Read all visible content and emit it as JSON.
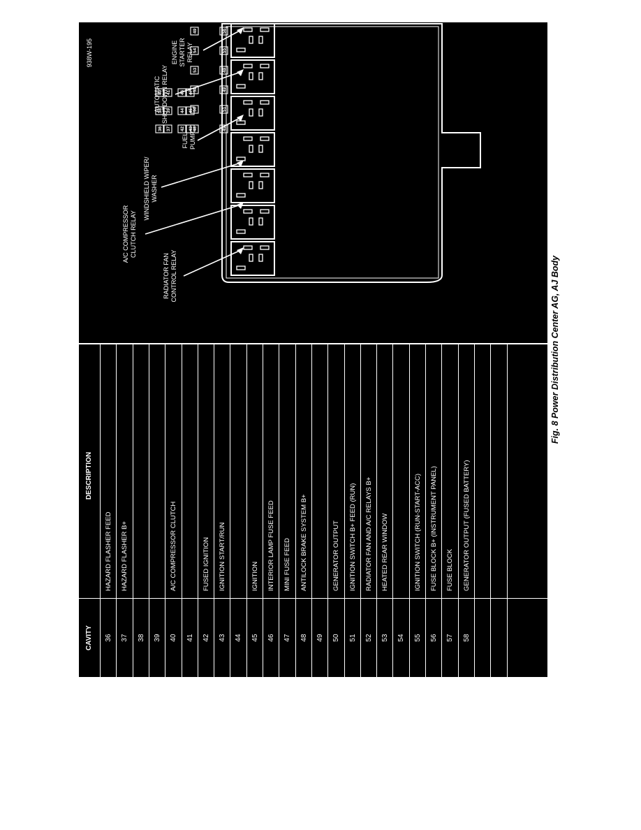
{
  "table": {
    "header_cavity": "CAVITY",
    "header_description": "DESCRIPTION",
    "rows": [
      {
        "cavity": "36",
        "description": "HAZARD FLASHER FEED"
      },
      {
        "cavity": "37",
        "description": "HAZARD FLASHER B+"
      },
      {
        "cavity": "38",
        "description": ""
      },
      {
        "cavity": "39",
        "description": ""
      },
      {
        "cavity": "40",
        "description": "A/C COMPRESSOR CLUTCH"
      },
      {
        "cavity": "41",
        "description": ""
      },
      {
        "cavity": "42",
        "description": "FUSED IGNITION"
      },
      {
        "cavity": "43",
        "description": "IGNITION START/RUN"
      },
      {
        "cavity": "44",
        "description": ""
      },
      {
        "cavity": "45",
        "description": "IGNITION"
      },
      {
        "cavity": "46",
        "description": "INTERIOR LAMP FUSE FEED"
      },
      {
        "cavity": "47",
        "description": "MINI FUSE FEED"
      },
      {
        "cavity": "48",
        "description": "ANTILOCK BRAKE SYSTEM B+"
      },
      {
        "cavity": "49",
        "description": ""
      },
      {
        "cavity": "50",
        "description": "GENERATOR OUTPUT"
      },
      {
        "cavity": "51",
        "description": "IGNITION SWITCH B+ FEED (RUN)"
      },
      {
        "cavity": "52",
        "description": "RADIATOR FAN AND A/C RELAYS B+"
      },
      {
        "cavity": "53",
        "description": "HEATED REAR WINDOW"
      },
      {
        "cavity": "54",
        "description": ""
      },
      {
        "cavity": "55",
        "description": "IGNITION SWITCH (RUN-START-ACC)"
      },
      {
        "cavity": "56",
        "description": "FUSE BLOCK B+ (INSTRUMENT PANEL)"
      },
      {
        "cavity": "57",
        "description": "FUSE BLOCK"
      },
      {
        "cavity": "58",
        "description": "GENERATOR OUTPUT (FUSED BATTERY)"
      },
      {
        "cavity": "",
        "description": ""
      },
      {
        "cavity": "",
        "description": ""
      },
      {
        "cavity": "",
        "description": ""
      }
    ]
  },
  "diagram": {
    "ref_code": "938W-195",
    "labels": {
      "radiator_fan": [
        "RADIATOR FAN",
        "CONTROL RELAY"
      ],
      "ac_compressor": [
        "A/C COMPRESSOR",
        "CLUTCH RELAY"
      ],
      "wiper": [
        "WINDSHIELD WIPER/",
        "WASHER"
      ],
      "fuel_pump": [
        "FUEL",
        "PUMP"
      ],
      "asd": [
        "AUTOMATIC",
        "SHUTDOWN RELAY"
      ],
      "starter": [
        "ENGINE",
        "STARTER",
        "RELAY"
      ]
    },
    "fuses": [
      "36",
      "37",
      "38",
      "39",
      "40",
      "41",
      "42",
      "43",
      "44",
      "45",
      "46",
      "47",
      "48",
      "49",
      "50",
      "51",
      "52",
      "49",
      "53",
      "49",
      "54",
      "55",
      "49",
      "56",
      "57",
      "49",
      "58",
      "49"
    ]
  },
  "caption": "Fig. 8 Power Distribution Center AG, AJ Body"
}
